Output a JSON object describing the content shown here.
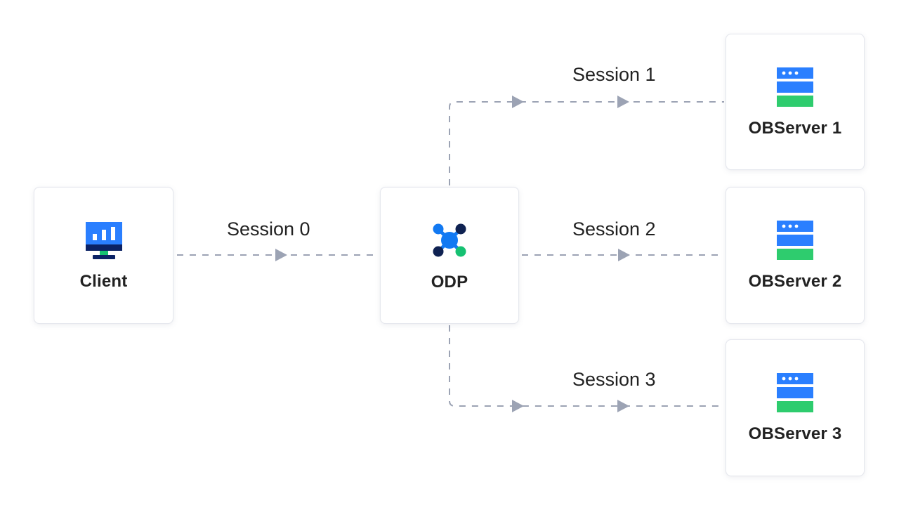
{
  "diagram": {
    "title": "OBProxy session routing diagram",
    "background_color": "#ffffff",
    "connector_color": "#9ca3b4",
    "nodes": [
      {
        "id": "client",
        "label": "Client",
        "icon": "monitor-chart-icon",
        "icon_colors": {
          "screen": "#2a7fff",
          "bars": "#ffffff",
          "bezel": "#0b2265",
          "stand": "#16c172",
          "base": "#0b2265"
        }
      },
      {
        "id": "odp",
        "label": "ODP",
        "icon": "network-hub-icon",
        "icon_colors": {
          "center": "#1279f2",
          "node_top_left": "#1279f2",
          "node_top_right": "#0f2252",
          "node_bottom_left": "#0f2252",
          "node_bottom_right": "#16c172",
          "link": "#1279f2"
        }
      },
      {
        "id": "observer-1",
        "label": "OBServer 1",
        "icon": "server-stack-icon",
        "icon_colors": {
          "top_bar": "#2a7fff",
          "middle_bar": "#2a7fff",
          "bottom_bar": "#2ecc6e",
          "dots": "#ffffff"
        }
      },
      {
        "id": "observer-2",
        "label": "OBServer 2",
        "icon": "server-stack-icon",
        "icon_colors": {
          "top_bar": "#2a7fff",
          "middle_bar": "#2a7fff",
          "bottom_bar": "#2ecc6e",
          "dots": "#ffffff"
        }
      },
      {
        "id": "observer-3",
        "label": "OBServer 3",
        "icon": "server-stack-icon",
        "icon_colors": {
          "top_bar": "#2a7fff",
          "middle_bar": "#2a7fff",
          "bottom_bar": "#2ecc6e",
          "dots": "#ffffff"
        }
      }
    ],
    "connections": [
      {
        "id": "session-0",
        "label": "Session 0",
        "from": "client",
        "to": "odp",
        "style": "dashed",
        "arrows": 1
      },
      {
        "id": "session-1",
        "label": "Session 1",
        "from": "odp",
        "to": "observer-1",
        "style": "dashed",
        "arrows": 2
      },
      {
        "id": "session-2",
        "label": "Session 2",
        "from": "odp",
        "to": "observer-2",
        "style": "dashed",
        "arrows": 1
      },
      {
        "id": "session-3",
        "label": "Session 3",
        "from": "odp",
        "to": "observer-3",
        "style": "dashed",
        "arrows": 2
      }
    ]
  }
}
